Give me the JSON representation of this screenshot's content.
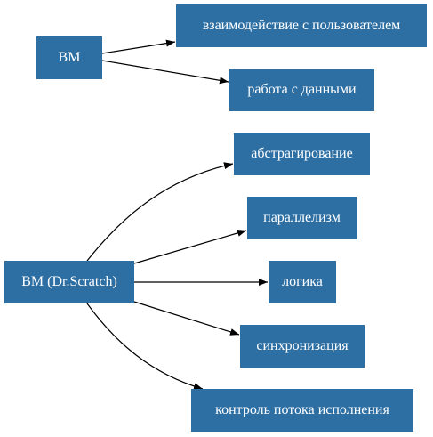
{
  "nodes": {
    "vm": "ВМ",
    "vm_dr_scratch": "ВМ (Dr.Scratch)",
    "user_interaction": "взаимодействие с пользователем",
    "data_handling": "работа с данными",
    "abstraction": "абстрагирование",
    "parallelism": "параллелизм",
    "logic": "логика",
    "synchronization": "синхронизация",
    "flow_control": "контроль потока исполнения"
  },
  "edges": [
    {
      "from": "vm",
      "to": "user_interaction"
    },
    {
      "from": "vm",
      "to": "data_handling"
    },
    {
      "from": "vm_dr_scratch",
      "to": "abstraction"
    },
    {
      "from": "vm_dr_scratch",
      "to": "parallelism"
    },
    {
      "from": "vm_dr_scratch",
      "to": "logic"
    },
    {
      "from": "vm_dr_scratch",
      "to": "synchronization"
    },
    {
      "from": "vm_dr_scratch",
      "to": "flow_control"
    }
  ],
  "colors": {
    "node_fill": "#2e6fa3",
    "node_text": "#ffffff",
    "edge": "#000000"
  }
}
